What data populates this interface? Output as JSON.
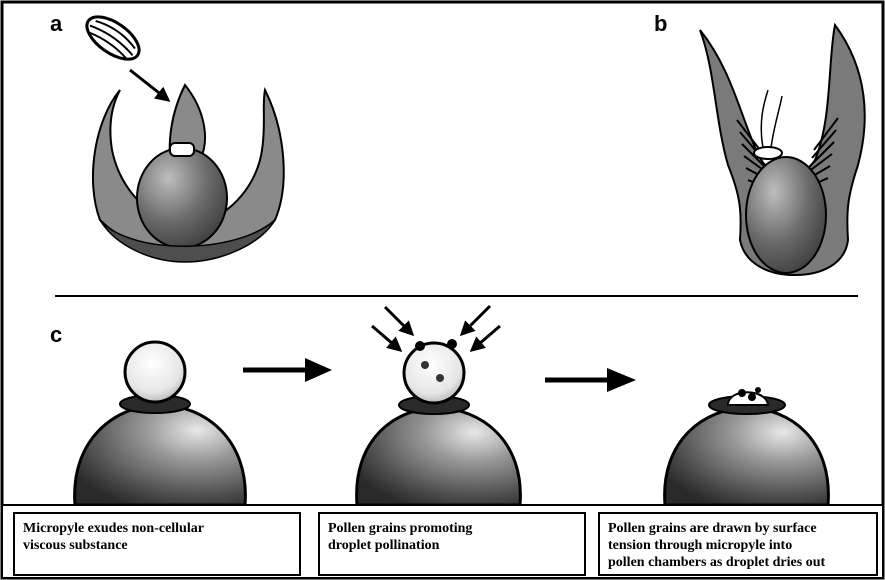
{
  "labels": {
    "a": "a",
    "b": "b",
    "c": "c"
  },
  "captions": [
    "Micropyle exudes non-cellular\nviscous substance",
    "Pollen grains promoting\ndroplet pollination",
    "Pollen grains are drawn by surface\ntension through micropyle into\npollen chambers as droplet dries out"
  ],
  "colors": {
    "ink": "#000000",
    "bract": "#8a8a8a",
    "ovule": "#6e6e6e",
    "droplet": "#f2f2f2"
  }
}
